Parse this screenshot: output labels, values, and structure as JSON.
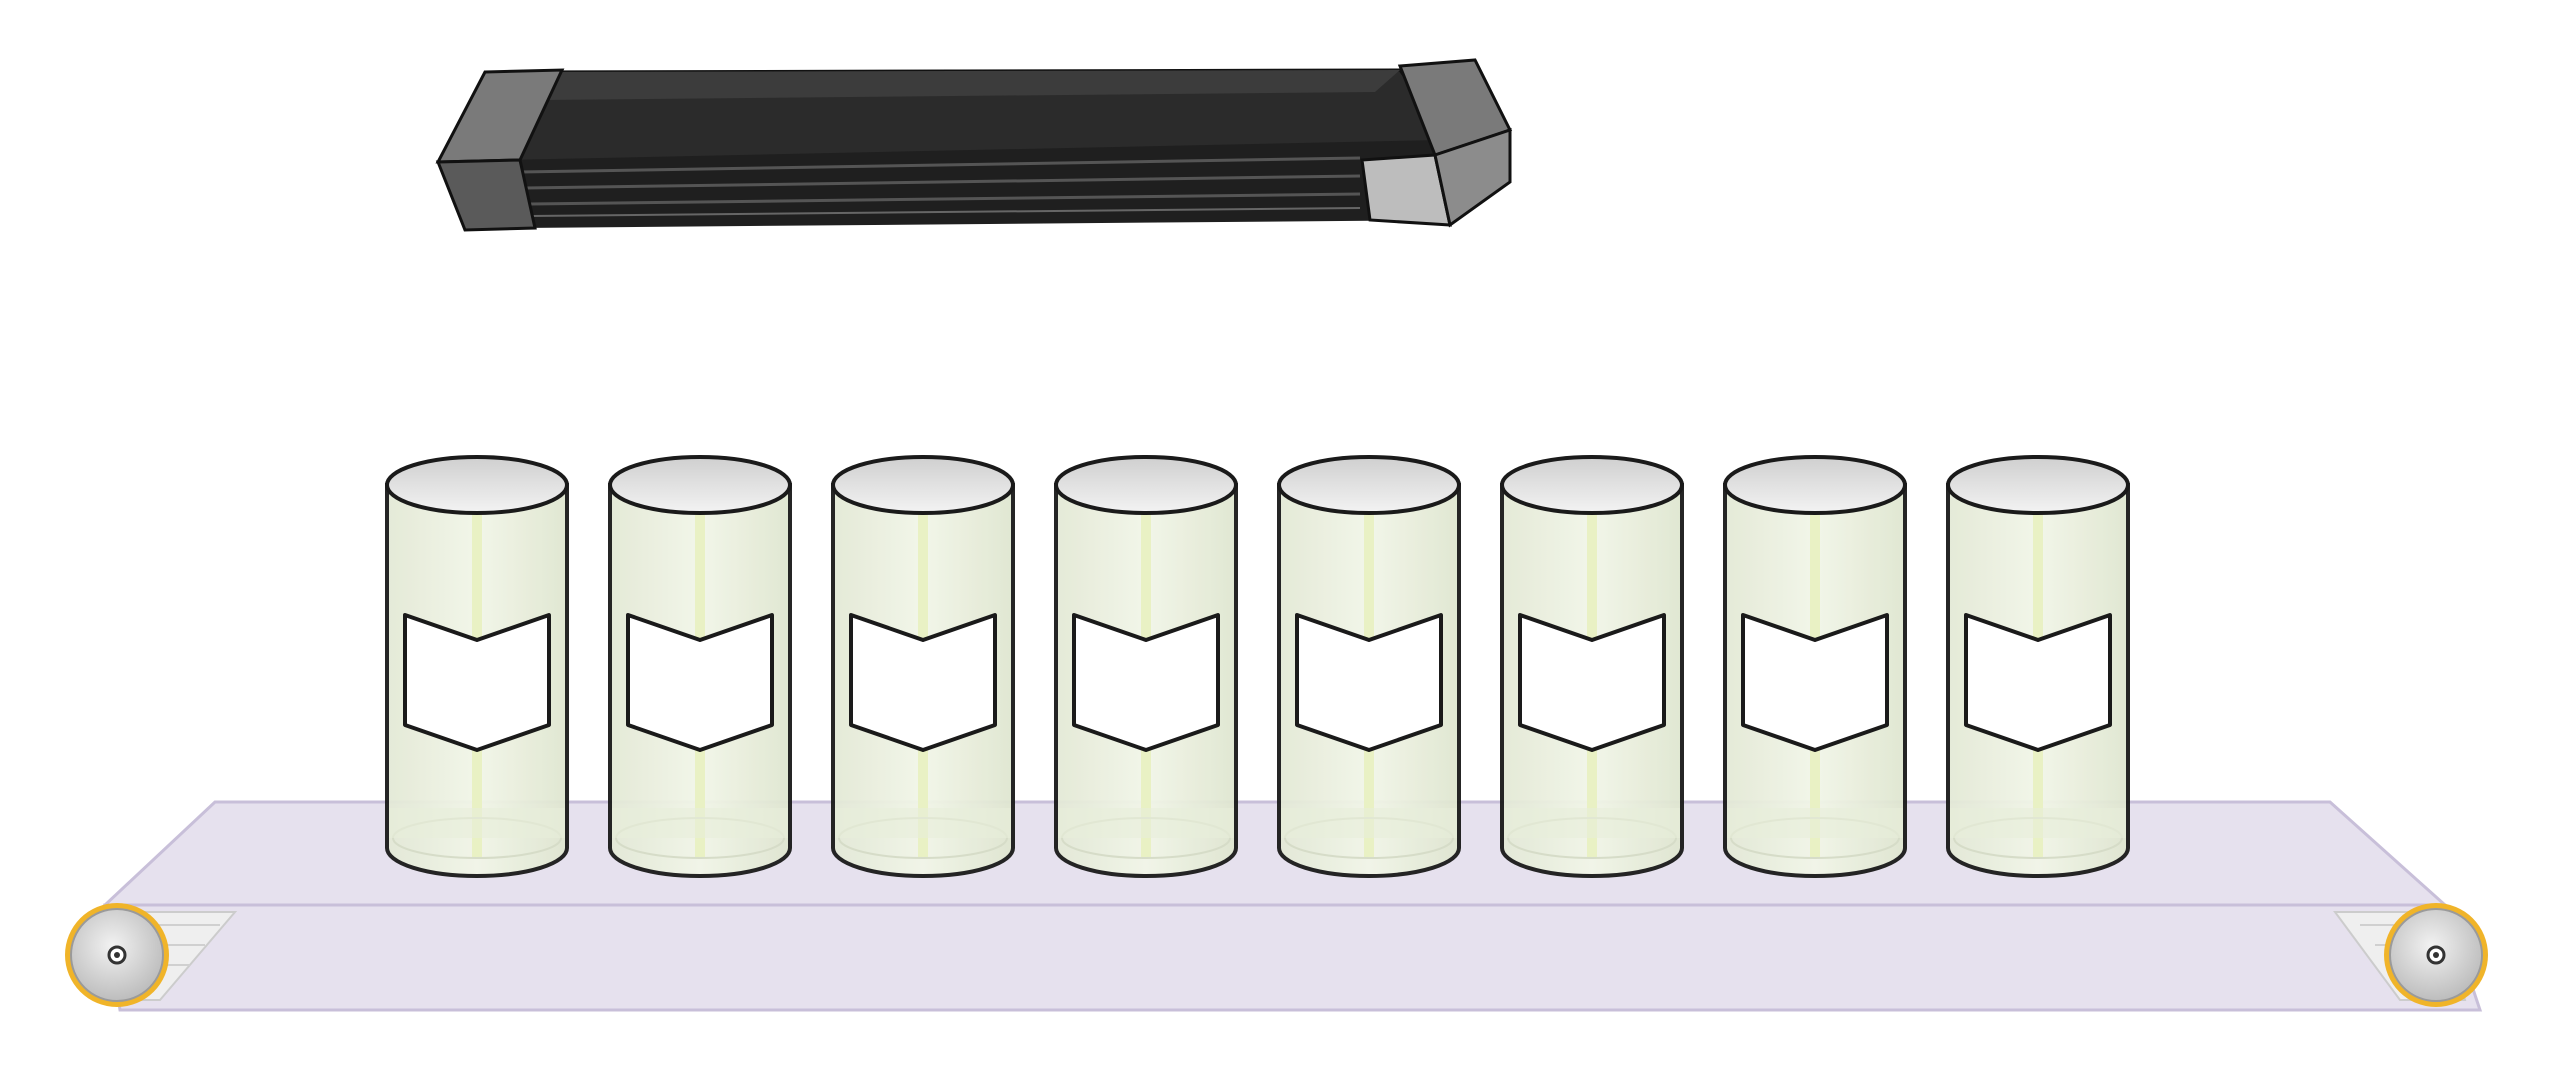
{
  "scene": {
    "background": "#ffffff",
    "conveyor": {
      "belt_color": "#e6e1ee",
      "belt_edge_color": "#c8bfd9",
      "roller_color": "#d9d9d9",
      "roller_rim_color": "#f0b429",
      "icons": [
        "conveyor-belt",
        "roller"
      ]
    },
    "uv_lamp": {
      "body_color": "#2b2b2b",
      "cap_color": "#7a7a7a",
      "icon": "lamp-bar"
    },
    "jars": {
      "count": 8,
      "glass_color": "#eef3e3",
      "center_line_color": "#e9f1c4",
      "label_color": "#ffffff",
      "outline_color": "#1a1a1a",
      "icon": "glass-jar"
    }
  }
}
